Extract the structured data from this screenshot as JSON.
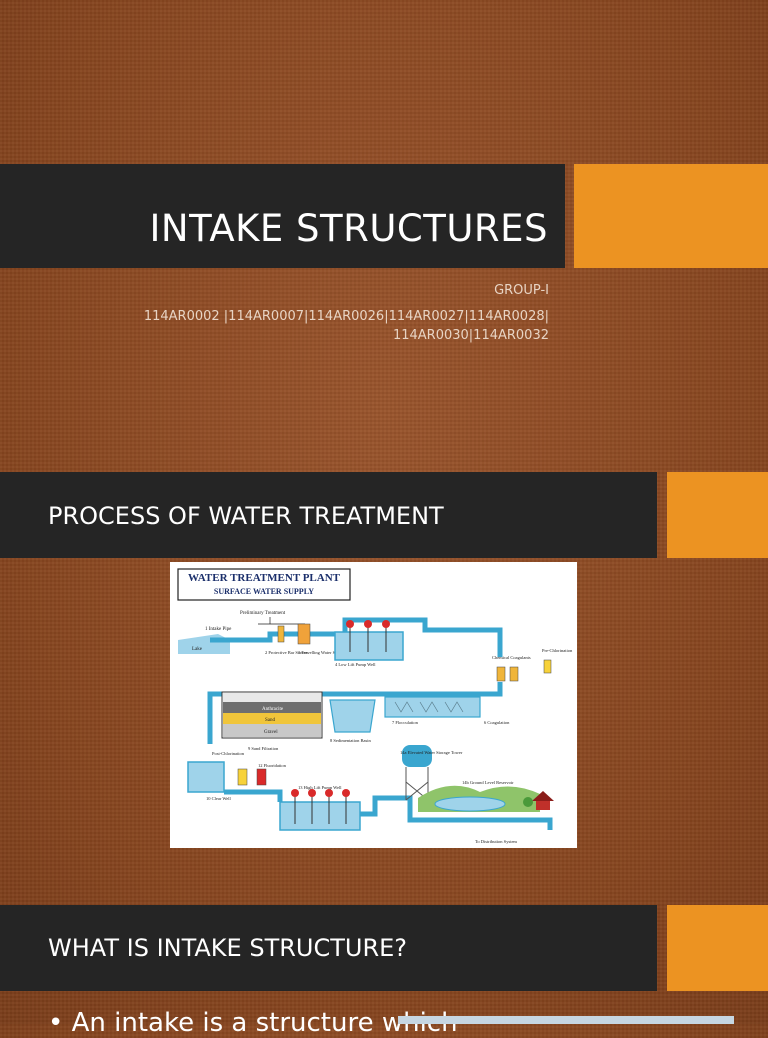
{
  "slide1": {
    "title": "INTAKE STRUCTURES",
    "group": "GROUP-I",
    "members_line1": "114AR0002 |114AR0007|114AR0026|114AR0027|114AR0028|",
    "members_line2": "114AR0030|114AR0032"
  },
  "slide2": {
    "title": "PROCESS OF WATER TREATMENT",
    "diagram": {
      "heading": "WATER TREATMENT PLANT",
      "subheading": "SURFACE WATER SUPPLY",
      "labels": {
        "preliminary": "Preliminary Treatment",
        "intake": "1 Intake Pipe",
        "lake": "Lake",
        "bar_screen": "2 Protective Bar Screen",
        "water_screen": "3 Travelling Water Screen",
        "low_lift": "4 Low Lift Pump Well",
        "chemical": "Chemical Coagulants",
        "pre_chlor": "Pre-Chlorination",
        "anthracite": "Anthracite",
        "sand": "Sand",
        "gravel": "Gravel",
        "flocculation": "7 Flocculation",
        "coagulation": "6 Coagulation",
        "sedimentation": "8 Sedimentation Basin",
        "sand_filtration": "9 Sand Filtration",
        "post_chlor": "Post-Chlorination",
        "fluoridation": "12 Fluoridation",
        "elevated_tower": "14a Elevated Water Storage Tower",
        "high_lift": "13 High Lift Pump Well",
        "clear_well": "10 Clear Well",
        "ground_reservoir": "14b Ground Level Reservoir",
        "distribution": "To Distribution System"
      }
    }
  },
  "slide3": {
    "title": "WHAT IS INTAKE STRUCTURE?",
    "body_partial": "• An intake is a structure which"
  },
  "colors": {
    "background": "#8a4a26",
    "title_bar": "#252525",
    "accent": "#ec9322",
    "pipe": "#3aa6cf"
  }
}
